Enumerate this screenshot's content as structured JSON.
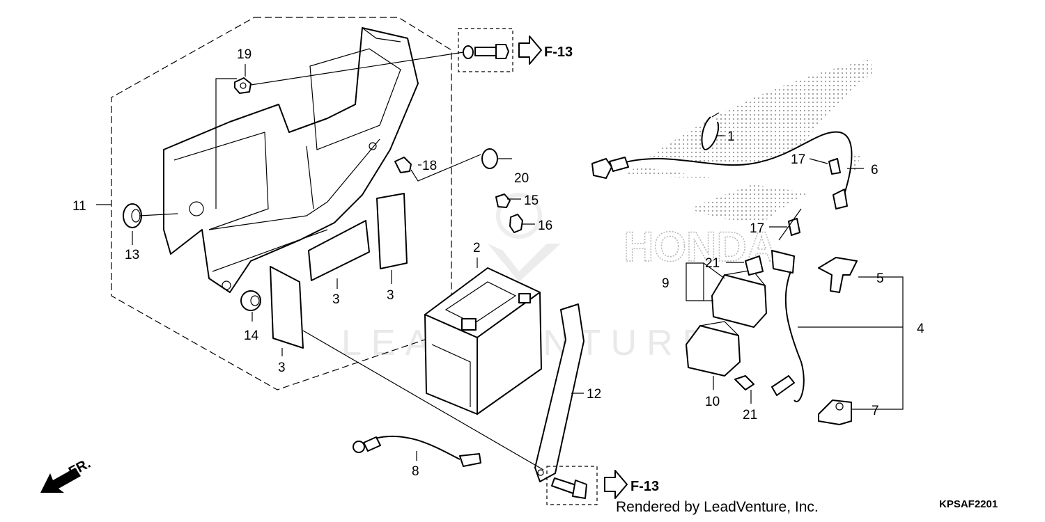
{
  "diagram": {
    "callouts": {
      "c1": "1",
      "c2": "2",
      "c3a": "3",
      "c3b": "3",
      "c3c": "3",
      "c4": "4",
      "c5": "5",
      "c6": "6",
      "c7": "7",
      "c8": "8",
      "c9": "9",
      "c10": "10",
      "c11": "11",
      "c12": "12",
      "c13": "13",
      "c14": "14",
      "c15": "15",
      "c16": "16",
      "c17a": "17",
      "c17b": "17",
      "c18": "18",
      "c19": "19",
      "c20": "20",
      "c21a": "21",
      "c21b": "21"
    },
    "references": {
      "top": "F-13",
      "bottom": "F-13"
    },
    "direction_label": "FR.",
    "watermark": "LEADVENTURE",
    "brand_watermark": "HONDA"
  },
  "footer": {
    "credit": "Rendered by LeadVenture, Inc.",
    "code": "KPSAF2201"
  },
  "colors": {
    "ink": "#000000",
    "watermark": "#e9e9e9",
    "halftone": "#9a9a9a"
  }
}
